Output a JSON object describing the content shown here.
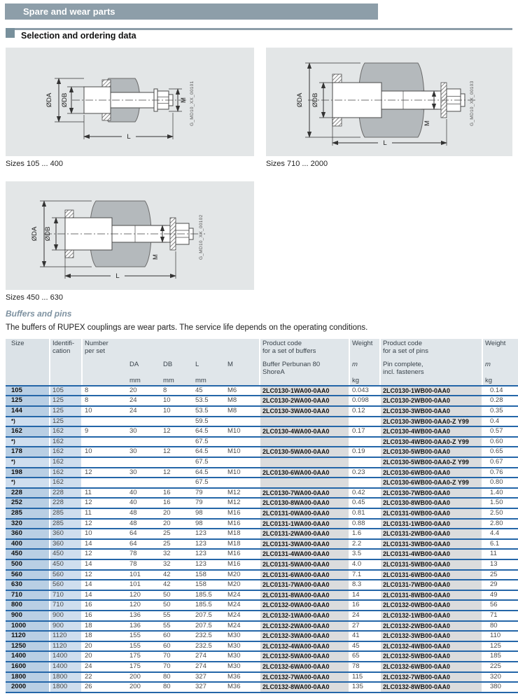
{
  "page": {
    "title": "Spare and wear parts",
    "section": "Selection and ordering data",
    "subsection": "Buffers and pins",
    "intro": "The buffers of RUPEX couplings are wear parts. The service life depends on the operating conditions."
  },
  "figures": [
    {
      "caption": "Sizes 105 ... 400",
      "code": "G_MD10_XX_00101",
      "label_da": "ØDA",
      "label_db": "ØDB",
      "label_l": "L",
      "label_m": "M"
    },
    {
      "caption": "Sizes 710 ... 2000",
      "code": "G_MD10_XX_00103",
      "label_da": "ØDA",
      "label_db": "ØDB",
      "label_l": "L",
      "label_m": "M"
    },
    {
      "caption": "Sizes 450 ... 630",
      "code": "G_MD10_XX_00102",
      "label_da": "ØDA",
      "label_db": "ØDB",
      "label_l": "L",
      "label_m": "M"
    }
  ],
  "table": {
    "header": {
      "size": "Size",
      "identification": "Identifi-\ncation",
      "number": "Number\nper set",
      "da": "DA",
      "db": "DB",
      "l": "L",
      "m": "M",
      "mm": "mm",
      "kg": "kg",
      "m_it": "m",
      "weight": "Weight",
      "buffer_group": "Product code\nfor a set of buffers",
      "buffer_sub": "Buffer Perbunan 80\nShoreA",
      "pin_group": "Product code\nfor a set of pins",
      "pin_sub": "Pin complete,\nincl. fasteners"
    },
    "rows": [
      {
        "size": "105",
        "id": "105",
        "num": "8",
        "da": "20",
        "db": "8",
        "l": "45",
        "m": "M6",
        "buffer_code": "2LC0130-1WA00-0AA0",
        "buffer_weight": "0.043",
        "pin_code": "2LC0130-1WB00-0AA0",
        "pin_weight": "0.14"
      },
      {
        "size": "125",
        "id": "125",
        "num": "8",
        "da": "24",
        "db": "10",
        "l": "53.5",
        "m": "M8",
        "buffer_code": "2LC0130-2WA00-0AA0",
        "buffer_weight": "0.098",
        "pin_code": "2LC0130-2WB00-0AA0",
        "pin_weight": "0.28"
      },
      {
        "size": "144",
        "id": "125",
        "num": "10",
        "da": "24",
        "db": "10",
        "l": "53.5",
        "m": "M8",
        "buffer_code": "2LC0130-3WA00-0AA0",
        "buffer_weight": "0.12",
        "pin_code": "2LC0130-3WB00-0AA0",
        "pin_weight": "0.35"
      },
      {
        "size": "*)",
        "id": "125",
        "num": "",
        "da": "",
        "db": "",
        "l": "59.5",
        "m": "",
        "buffer_code": "",
        "buffer_weight": "",
        "pin_code": "2LC0130-3WB00-0AA0-Z Y99",
        "pin_weight": "0.4"
      },
      {
        "size": "162",
        "id": "162",
        "num": "9",
        "da": "30",
        "db": "12",
        "l": "64.5",
        "m": "M10",
        "buffer_code": "2LC0130-4WA00-0AA0",
        "buffer_weight": "0.17",
        "pin_code": "2LC0130-4WB00-0AA0",
        "pin_weight": "0.57"
      },
      {
        "size": "*)",
        "id": "162",
        "num": "",
        "da": "",
        "db": "",
        "l": "67.5",
        "m": "",
        "buffer_code": "",
        "buffer_weight": "",
        "pin_code": "2LC0130-4WB00-0AA0-Z Y99",
        "pin_weight": "0.60"
      },
      {
        "size": "178",
        "id": "162",
        "num": "10",
        "da": "30",
        "db": "12",
        "l": "64.5",
        "m": "M10",
        "buffer_code": "2LC0130-5WA00-0AA0",
        "buffer_weight": "0.19",
        "pin_code": "2LC0130-5WB00-0AA0",
        "pin_weight": "0.65"
      },
      {
        "size": "*)",
        "id": "162",
        "num": "",
        "da": "",
        "db": "",
        "l": "67.5",
        "m": "",
        "buffer_code": "",
        "buffer_weight": "",
        "pin_code": "2LC0130-5WB00-0AA0-Z Y99",
        "pin_weight": "0.67"
      },
      {
        "size": "198",
        "id": "162",
        "num": "12",
        "da": "30",
        "db": "12",
        "l": "64.5",
        "m": "M10",
        "buffer_code": "2LC0130-6WA00-0AA0",
        "buffer_weight": "0.23",
        "pin_code": "2LC0130-6WB00-0AA0",
        "pin_weight": "0.76"
      },
      {
        "size": "*)",
        "id": "162",
        "num": "",
        "da": "",
        "db": "",
        "l": "67.5",
        "m": "",
        "buffer_code": "",
        "buffer_weight": "",
        "pin_code": "2LC0130-6WB00-0AA0-Z Y99",
        "pin_weight": "0.80"
      },
      {
        "size": "228",
        "id": "228",
        "num": "11",
        "da": "40",
        "db": "16",
        "l": "79",
        "m": "M12",
        "buffer_code": "2LC0130-7WA00-0AA0",
        "buffer_weight": "0.42",
        "pin_code": "2LC0130-7WB00-0AA0",
        "pin_weight": "1.40"
      },
      {
        "size": "252",
        "id": "228",
        "num": "12",
        "da": "40",
        "db": "16",
        "l": "79",
        "m": "M12",
        "buffer_code": "2LC0130-8WA00-0AA0",
        "buffer_weight": "0.45",
        "pin_code": "2LC0130-8WB00-0AA0",
        "pin_weight": "1.50"
      },
      {
        "size": "285",
        "id": "285",
        "num": "11",
        "da": "48",
        "db": "20",
        "l": "98",
        "m": "M16",
        "buffer_code": "2LC0131-0WA00-0AA0",
        "buffer_weight": "0.81",
        "pin_code": "2LC0131-0WB00-0AA0",
        "pin_weight": "2.50"
      },
      {
        "size": "320",
        "id": "285",
        "num": "12",
        "da": "48",
        "db": "20",
        "l": "98",
        "m": "M16",
        "buffer_code": "2LC0131-1WA00-0AA0",
        "buffer_weight": "0.88",
        "pin_code": "2LC0131-1WB00-0AA0",
        "pin_weight": "2.80"
      },
      {
        "size": "360",
        "id": "360",
        "num": "10",
        "da": "64",
        "db": "25",
        "l": "123",
        "m": "M18",
        "buffer_code": "2LC0131-2WA00-0AA0",
        "buffer_weight": "1.6",
        "pin_code": "2LC0131-2WB00-0AA0",
        "pin_weight": "4.4"
      },
      {
        "size": "400",
        "id": "360",
        "num": "14",
        "da": "64",
        "db": "25",
        "l": "123",
        "m": "M18",
        "buffer_code": "2LC0131-3WA00-0AA0",
        "buffer_weight": "2.2",
        "pin_code": "2LC0131-3WB00-0AA0",
        "pin_weight": "6.1"
      },
      {
        "size": "450",
        "id": "450",
        "num": "12",
        "da": "78",
        "db": "32",
        "l": "123",
        "m": "M16",
        "buffer_code": "2LC0131-4WA00-0AA0",
        "buffer_weight": "3.5",
        "pin_code": "2LC0131-4WB00-0AA0",
        "pin_weight": "11"
      },
      {
        "size": "500",
        "id": "450",
        "num": "14",
        "da": "78",
        "db": "32",
        "l": "123",
        "m": "M16",
        "buffer_code": "2LC0131-5WA00-0AA0",
        "buffer_weight": "4.0",
        "pin_code": "2LC0131-5WB00-0AA0",
        "pin_weight": "13"
      },
      {
        "size": "560",
        "id": "560",
        "num": "12",
        "da": "101",
        "db": "42",
        "l": "158",
        "m": "M20",
        "buffer_code": "2LC0131-6WA00-0AA0",
        "buffer_weight": "7.1",
        "pin_code": "2LC0131-6WB00-0AA0",
        "pin_weight": "25"
      },
      {
        "size": "630",
        "id": "560",
        "num": "14",
        "da": "101",
        "db": "42",
        "l": "158",
        "m": "M20",
        "buffer_code": "2LC0131-7WA00-0AA0",
        "buffer_weight": "8.3",
        "pin_code": "2LC0131-7WB00-0AA0",
        "pin_weight": "29"
      },
      {
        "size": "710",
        "id": "710",
        "num": "14",
        "da": "120",
        "db": "50",
        "l": "185.5",
        "m": "M24",
        "buffer_code": "2LC0131-8WA00-0AA0",
        "buffer_weight": "14",
        "pin_code": "2LC0131-8WB00-0AA0",
        "pin_weight": "49"
      },
      {
        "size": "800",
        "id": "710",
        "num": "16",
        "da": "120",
        "db": "50",
        "l": "185.5",
        "m": "M24",
        "buffer_code": "2LC0132-0WA00-0AA0",
        "buffer_weight": "16",
        "pin_code": "2LC0132-0WB00-0AA0",
        "pin_weight": "56"
      },
      {
        "size": "900",
        "id": "900",
        "num": "16",
        "da": "136",
        "db": "55",
        "l": "207.5",
        "m": "M24",
        "buffer_code": "2LC0132-1WA00-0AA0",
        "buffer_weight": "24",
        "pin_code": "2LC0132-1WB00-0AA0",
        "pin_weight": "71"
      },
      {
        "size": "1000",
        "id": "900",
        "num": "18",
        "da": "136",
        "db": "55",
        "l": "207.5",
        "m": "M24",
        "buffer_code": "2LC0132-2WA00-0AA0",
        "buffer_weight": "27",
        "pin_code": "2LC0132-2WB00-0AA0",
        "pin_weight": "80"
      },
      {
        "size": "1120",
        "id": "1120",
        "num": "18",
        "da": "155",
        "db": "60",
        "l": "232.5",
        "m": "M30",
        "buffer_code": "2LC0132-3WA00-0AA0",
        "buffer_weight": "41",
        "pin_code": "2LC0132-3WB00-0AA0",
        "pin_weight": "110"
      },
      {
        "size": "1250",
        "id": "1120",
        "num": "20",
        "da": "155",
        "db": "60",
        "l": "232.5",
        "m": "M30",
        "buffer_code": "2LC0132-4WA00-0AA0",
        "buffer_weight": "45",
        "pin_code": "2LC0132-4WB00-0AA0",
        "pin_weight": "125"
      },
      {
        "size": "1400",
        "id": "1400",
        "num": "20",
        "da": "175",
        "db": "70",
        "l": "274",
        "m": "M30",
        "buffer_code": "2LC0132-5WA00-0AA0",
        "buffer_weight": "65",
        "pin_code": "2LC0132-5WB00-0AA0",
        "pin_weight": "185"
      },
      {
        "size": "1600",
        "id": "1400",
        "num": "24",
        "da": "175",
        "db": "70",
        "l": "274",
        "m": "M30",
        "buffer_code": "2LC0132-6WA00-0AA0",
        "buffer_weight": "78",
        "pin_code": "2LC0132-6WB00-0AA0",
        "pin_weight": "225"
      },
      {
        "size": "1800",
        "id": "1800",
        "num": "22",
        "da": "200",
        "db": "80",
        "l": "327",
        "m": "M36",
        "buffer_code": "2LC0132-7WA00-0AA0",
        "buffer_weight": "115",
        "pin_code": "2LC0132-7WB00-0AA0",
        "pin_weight": "320"
      },
      {
        "size": "2000",
        "id": "1800",
        "num": "26",
        "da": "200",
        "db": "80",
        "l": "327",
        "m": "M36",
        "buffer_code": "2LC0132-8WA00-0AA0",
        "buffer_weight": "135",
        "pin_code": "2LC0132-8WB00-0AA0",
        "pin_weight": "380"
      }
    ]
  },
  "colors": {
    "header_bar": "#8d9ea9",
    "row_line_blue": "#2466a8",
    "size_col_blue": "#b9cfe4",
    "id_col_blue": "#cfdeee",
    "code_col_gray": "#dbdcdd",
    "subsection_blue": "#7d91a0"
  }
}
